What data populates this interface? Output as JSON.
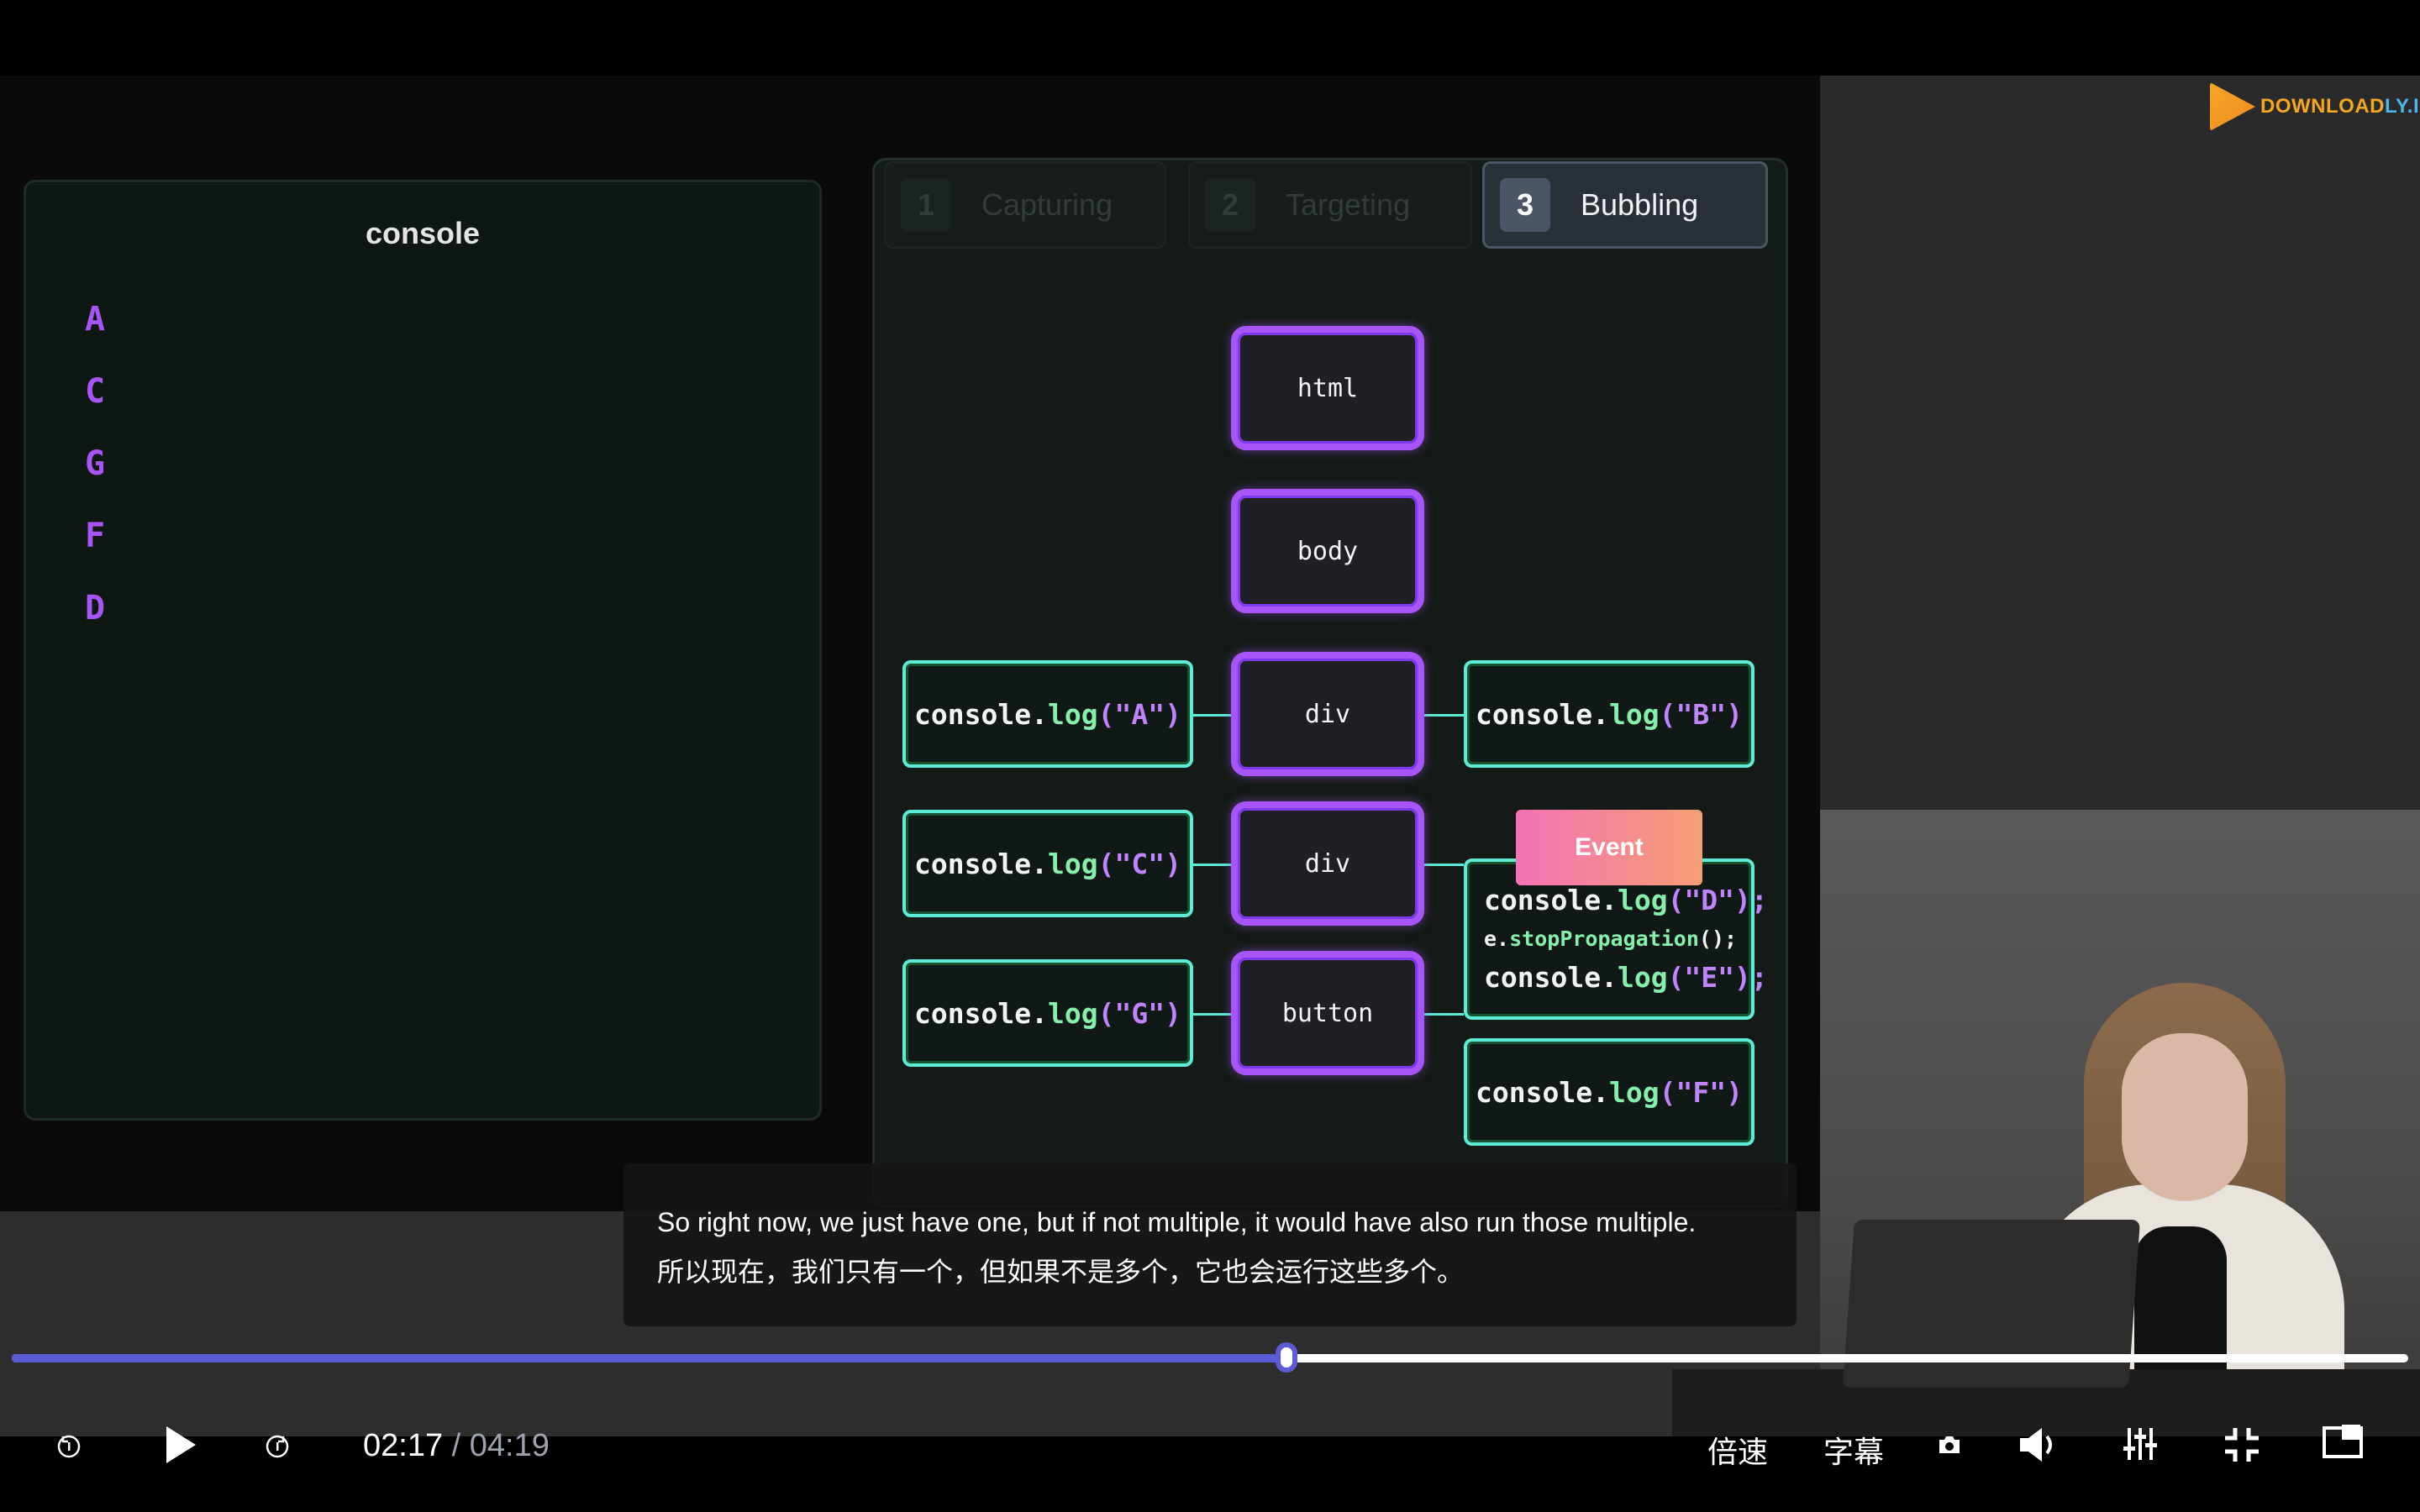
{
  "watermark": {
    "prefix": "DOWNLOAD",
    "suffix": "LY.IR"
  },
  "console": {
    "title": "console",
    "lines": [
      "A",
      "C",
      "G",
      "F",
      "D"
    ]
  },
  "phases": [
    {
      "num": "1",
      "label": "Capturing",
      "active": false
    },
    {
      "num": "2",
      "label": "Targeting",
      "active": false
    },
    {
      "num": "3",
      "label": "Bubbling",
      "active": true
    }
  ],
  "dom_nodes": [
    "html",
    "body",
    "div",
    "div",
    "button"
  ],
  "handlers": {
    "left": [
      {
        "pre": "console.",
        "fn": "log",
        "arg": "(\"A\")"
      },
      {
        "pre": "console.",
        "fn": "log",
        "arg": "(\"C\")"
      },
      {
        "pre": "console.",
        "fn": "log",
        "arg": "(\"G\")"
      }
    ],
    "right_top": {
      "pre": "console.",
      "fn": "log",
      "arg": "(\"B\")"
    },
    "right_mid": [
      {
        "pre": "console.",
        "fn": "log",
        "arg": "(\"D\");"
      },
      {
        "pre": "e.",
        "fn": "stopPropagation",
        "arg": "();"
      },
      {
        "pre": "console.",
        "fn": "log",
        "arg": "(\"E\");"
      }
    ],
    "right_bottom": {
      "pre": "console.",
      "fn": "log",
      "arg": "(\"F\")"
    }
  },
  "event_label": "Event",
  "subtitles": {
    "en": "So right now, we just have one, but if not multiple, it would have also run those multiple.",
    "zh": "所以现在，我们只有一个，但如果不是多个，它也会运行这些多个。"
  },
  "player": {
    "current_time": "02:17",
    "separator": "/",
    "total_time": "04:19",
    "progress": 0.532,
    "speed_label": "倍速",
    "subtitle_label": "字幕",
    "colors": {
      "accent": "#5b5bd6",
      "node_border": "#a855f7",
      "handler_border": "#5eead4"
    }
  }
}
